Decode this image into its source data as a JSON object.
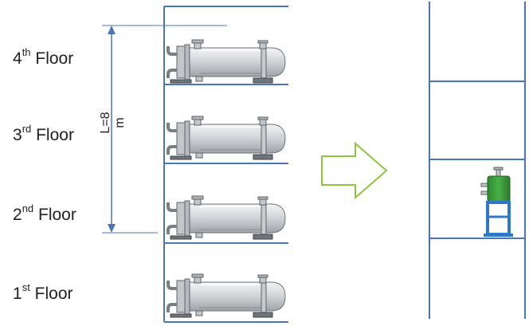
{
  "floors": [
    {
      "number": "4",
      "suffix": "th",
      "word": "Floor"
    },
    {
      "number": "3",
      "suffix": "rd",
      "word": "Floor"
    },
    {
      "number": "2",
      "suffix": "nd",
      "word": "Floor"
    },
    {
      "number": "1",
      "suffix": "st",
      "word": "Floor"
    }
  ],
  "dimension": {
    "label": "L=8 m"
  },
  "colors": {
    "structure": "#4a76b8",
    "arrow_outline": "#8cc63f",
    "tank_body": "#d0d3d6",
    "compact_unit_body": "#3a9a3a",
    "compact_unit_frame": "#2f77c9"
  }
}
